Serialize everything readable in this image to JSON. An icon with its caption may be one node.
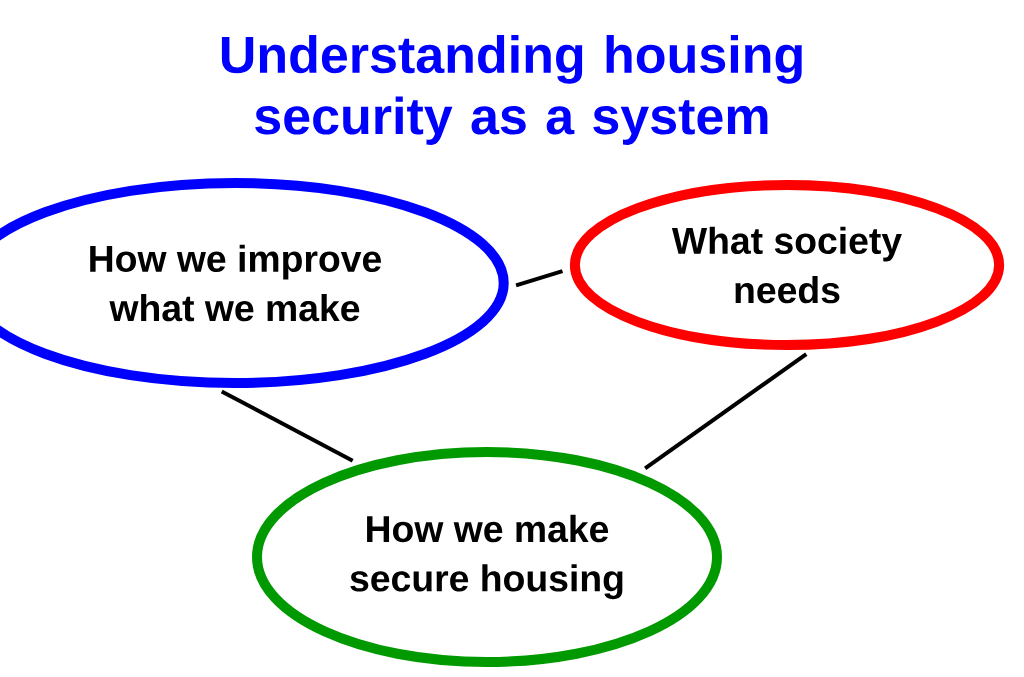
{
  "diagram": {
    "title": "Understanding housing security as a system",
    "nodes": [
      {
        "text": [
          "How we improve what we make"
        ]
      },
      {
        "text": [
          "What society needs"
        ]
      },
      {
        "text": [
          "How we make secure housing"
        ]
      }
    ],
    "edges": [
      {
        "from": 0,
        "to": 1,
        "arrow": "none"
      },
      {
        "from": 0,
        "to": 2,
        "arrow": "none"
      },
      {
        "from": 1,
        "to": 2,
        "arrow": "none"
      }
    ]
  }
}
